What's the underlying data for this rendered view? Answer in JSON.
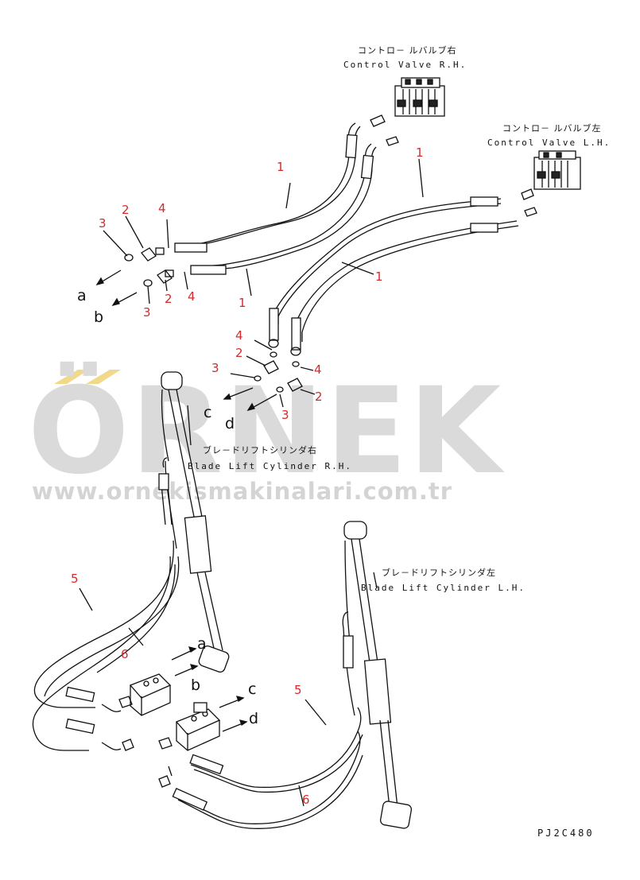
{
  "labels": {
    "cv_rh_jp": "コントロ－ ルバルブ右",
    "cv_rh_en": "Control Valve R.H.",
    "cv_lh_jp": "コントロ－ ルバルブ左",
    "cv_lh_en": "Control Valve L.H.",
    "blc_rh_jp": "ブレ－ドリフトシリンダ右",
    "blc_rh_en": "Blade Lift Cylinder R.H.",
    "blc_lh_jp": "ブレ－ドリフトシリンダ左",
    "blc_lh_en": "Blade Lift Cylinder L.H.",
    "drawing_code": "PJ2C480"
  },
  "watermark": {
    "brand": "ÖRNEK",
    "url": "www.ornekismakinalari.com.tr",
    "accent_color": "#f0d98a",
    "text_color": "#d9d9d9"
  },
  "callouts": {
    "n1a": "1",
    "n1b": "1",
    "n1c": "1",
    "n1d": "1",
    "n2a": "2",
    "n2b": "2",
    "n2c": "2",
    "n2d": "2",
    "n3a": "3",
    "n3b": "3",
    "n3c": "3",
    "n3d": "3",
    "n4a": "4",
    "n4b": "4",
    "n4c": "4",
    "n4d": "4",
    "n5a": "5",
    "n5b": "5",
    "n6a": "6",
    "n6b": "6"
  },
  "ports": {
    "a1": "a",
    "b1": "b",
    "c1": "c",
    "d1": "d",
    "a2": "a",
    "b2": "b",
    "c2": "c",
    "d2": "d"
  },
  "colors": {
    "callout": "#d42a2a",
    "line": "#111111"
  }
}
